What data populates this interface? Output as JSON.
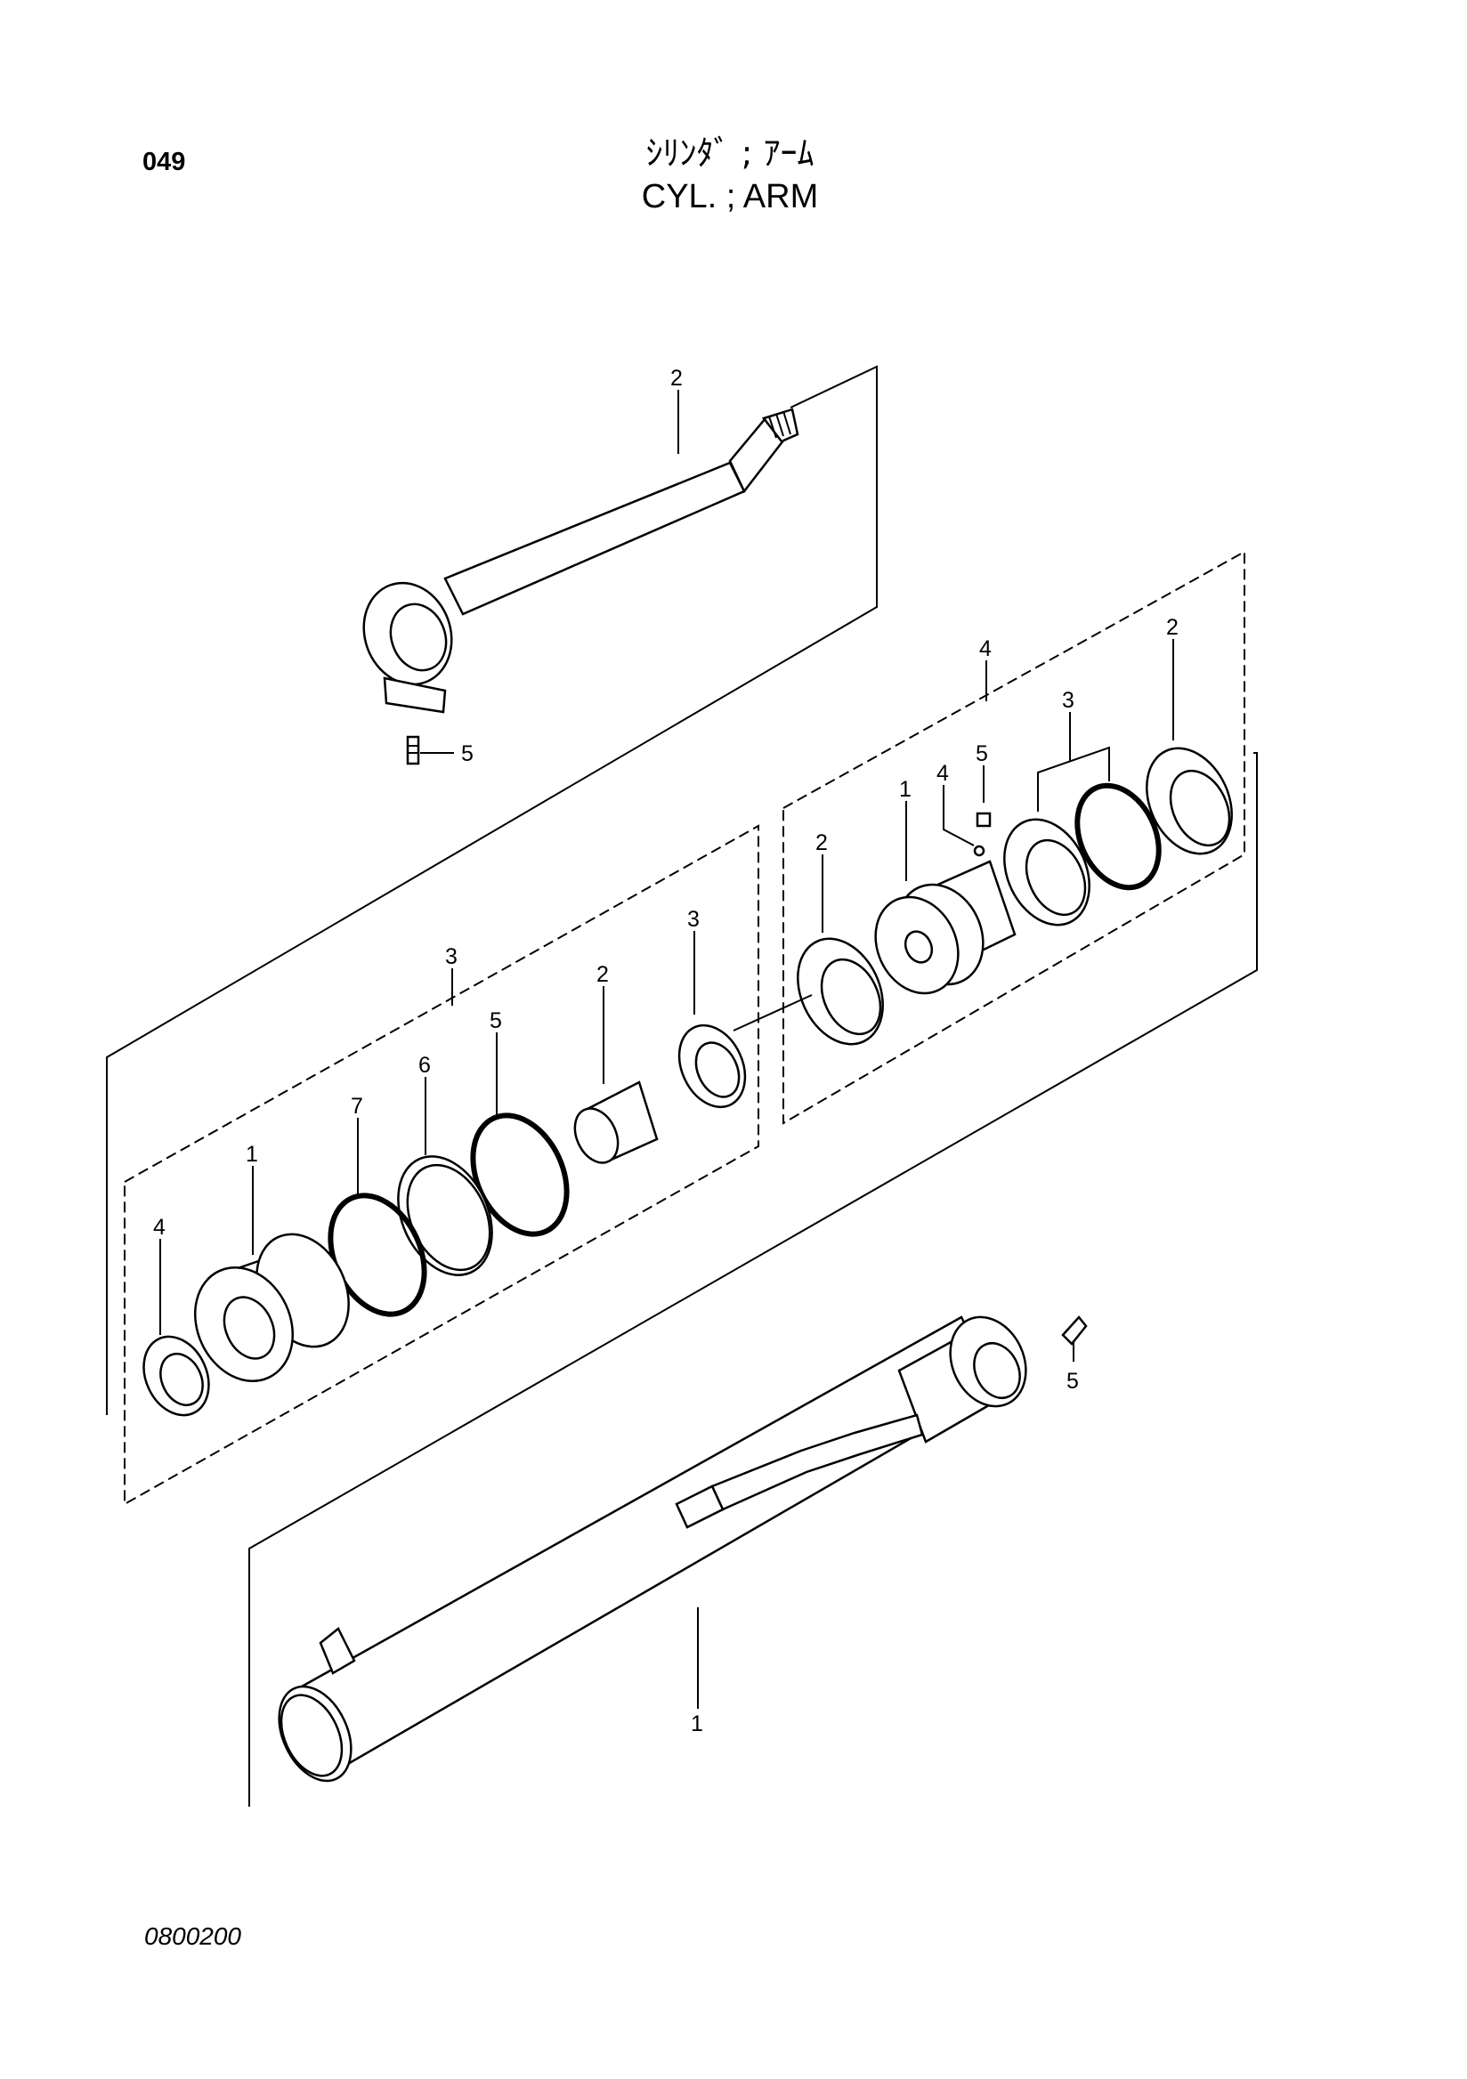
{
  "page": {
    "number": "049",
    "figure_code": "0800200"
  },
  "title": {
    "japanese": "ｼﾘﾝﾀﾞ ; ｱｰﾑ",
    "english": "CYL. ; ARM"
  },
  "callouts": {
    "rod": "2",
    "rod_grease_nipple": "5",
    "piston_group": "4",
    "piston_slide_ring_top": "2",
    "piston_seal_set": "3",
    "piston_set_screw": "5",
    "piston_ball": "4",
    "piston": "1",
    "piston_slide_ring": "2",
    "head_group": "3",
    "head_seal": "3",
    "head_bushing": "2",
    "head_oring": "5",
    "head_backup_ring": "6",
    "head_oring_outer": "7",
    "cylinder_head": "1",
    "head_wiper": "4",
    "tube_grease_nipple": "5",
    "cylinder_tube": "1"
  }
}
